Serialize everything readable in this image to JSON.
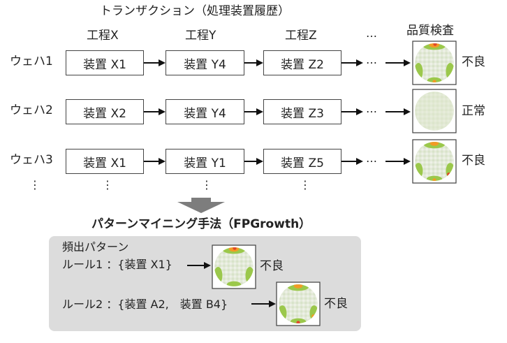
{
  "transaction_title": "トランザクション（処理装置履歴）",
  "columns": [
    "工程X",
    "工程Y",
    "工程Z"
  ],
  "column_ellipsis": "…",
  "quality_header": "品質検査",
  "wafers": [
    {
      "name": "ウェハ1",
      "devices": [
        "装置 X1",
        "装置 Y4",
        "装置 Z2"
      ],
      "ellipsis": "…",
      "result": "不良"
    },
    {
      "name": "ウェハ2",
      "devices": [
        "装置 X2",
        "装置 Y4",
        "装置 Z3"
      ],
      "ellipsis": "…",
      "result": "正常"
    },
    {
      "name": "ウェハ3",
      "devices": [
        "装置 X1",
        "装置 Y1",
        "装置 Z5"
      ],
      "ellipsis": "…",
      "result": "不良"
    }
  ],
  "vertical_ellipsis": "⋮",
  "method": "パターンマイニング手法（FPGrowth）",
  "frequent_patterns": {
    "heading": "頻出パターン",
    "rules": [
      {
        "text": "ルール1 ：{装置 X1}",
        "result": "不良"
      },
      {
        "text": "ルール2 ：{装置 A2,　装置 B4}",
        "result": "不良"
      }
    ]
  },
  "colors": {
    "wafer_base": "#dfe9cf",
    "defect_green": "#9bc84b",
    "defect_orange": "#f29a25",
    "defect_red": "#e2452a",
    "panel": "#dcdcdc",
    "big_arrow": "#7d7d7d"
  }
}
